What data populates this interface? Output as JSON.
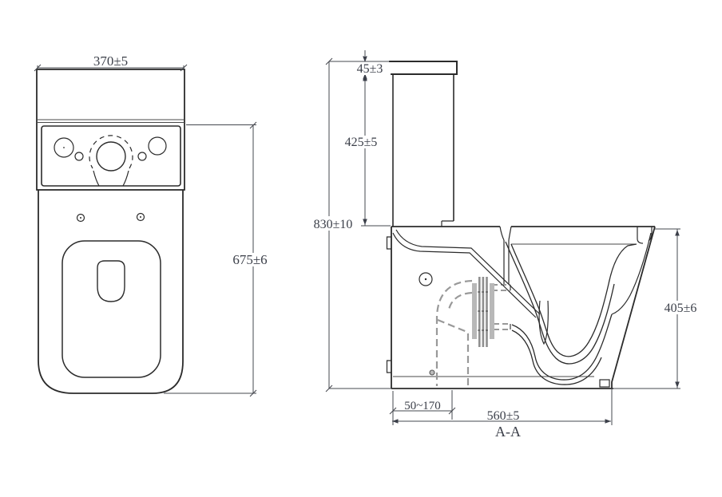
{
  "drawing": {
    "front_view": {
      "width_dim": "370±5",
      "height_dim": "675±6"
    },
    "section_view": {
      "lid_height_dim": "45±3",
      "tank_height_dim": "425±5",
      "total_height_dim": "830±10",
      "bowl_height_dim": "405±6",
      "outlet_offset_dim": "50~170",
      "depth_dim": "560±5",
      "section_label": "A-A"
    },
    "colors": {
      "line": "#2b2b2b",
      "dimension": "#45484f",
      "hidden_pipe": "#999999"
    }
  }
}
